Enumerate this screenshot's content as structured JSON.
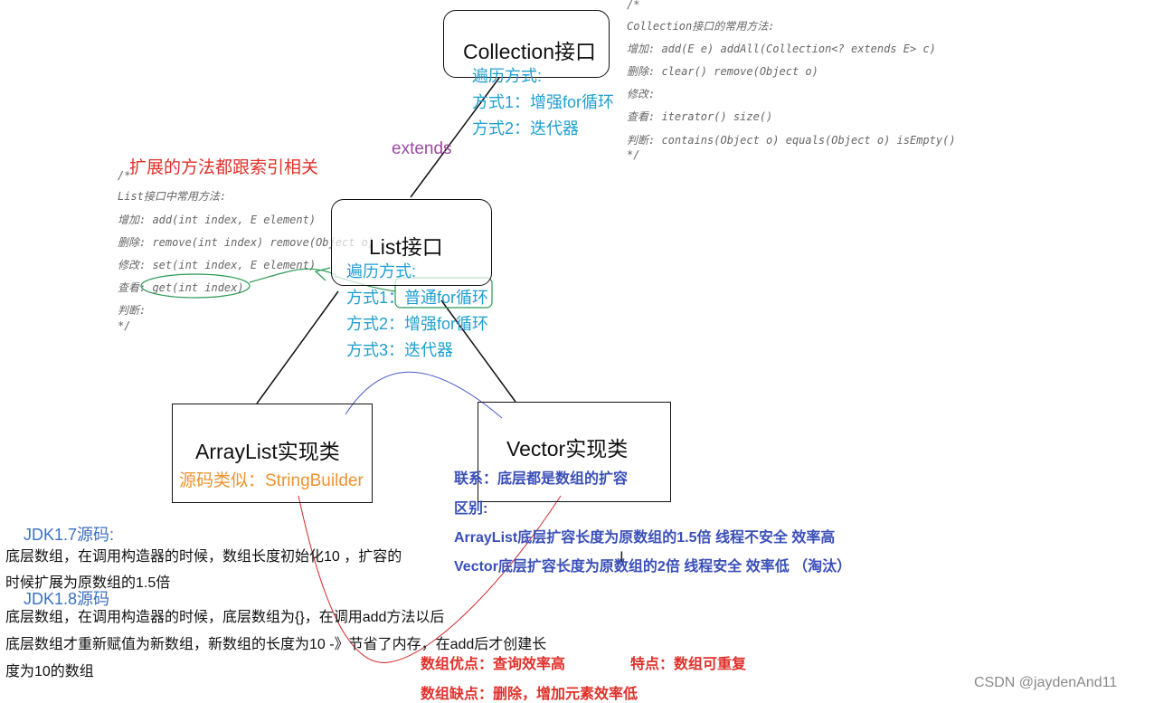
{
  "collection": {
    "title": "Collection接口",
    "traverse": [
      "遍历方式:",
      "方式1：增强for循环",
      "方式2：迭代器"
    ],
    "comment": [
      "/*",
      "Collection接口的常用方法:",
      "增加: add(E e) addAll(Collection<? extends E> c)",
      "删除: clear() remove(Object o)",
      "修改:",
      "查看: iterator() size()",
      "判断: contains(Object o)  equals(Object o) isEmpty()",
      " */"
    ]
  },
  "extends_label": "extends",
  "list": {
    "title": "List接口",
    "traverse": [
      "遍历方式:",
      "方式1：普通for循环",
      "方式2：增强for循环",
      "方式3：迭代器"
    ],
    "note": "扩展的方法都跟索引相关",
    "comment": [
      "/*",
      "List接口中常用方法:",
      "增加: add(int index, E element)",
      "删除: remove(int index)  remove(Object o)",
      "修改: set(int index, E element)",
      "查看: get(int index)",
      "判断:",
      " */"
    ]
  },
  "arraylist": {
    "title": "ArrayList实现类",
    "source_like": "源码类似：StringBuilder"
  },
  "vector": {
    "title": "Vector实现类"
  },
  "compare": {
    "relation": "联系：底层都是数组的扩容",
    "diff": "区别:",
    "arraylist_line": "ArrayList底层扩容长度为原数组的1.5倍    线程不安全  效率高",
    "vector_line": "Vector底层扩容长度为原数组的2倍    线程安全   效率低 （淘汰）"
  },
  "jdk": {
    "jdk17_title": "JDK1.7源码:",
    "jdk17_text": [
      "底层数组，在调用构造器的时候，数组长度初始化10 ，扩容的",
      "时候扩展为原数组的1.5倍"
    ],
    "jdk18_title": "JDK1.8源码",
    "jdk18_text": [
      "底层数组，在调用构造器的时候，底层数组为{}，在调用add方法以后",
      "底层数组才重新赋值为新数组，新数组的长度为10 -》节省了内存，在add后才创建长",
      "度为10的数组"
    ]
  },
  "array": {
    "pros": "数组优点：查询效率高",
    "feature": "特点：数组可重复",
    "cons": "数组缺点：删除，增加元素效率低"
  },
  "watermark": "CSDN @jaydenAnd11",
  "colors": {
    "blue_text": "#1f9fd0",
    "navy_text": "#3a4fb8",
    "red_text": "#e0302a",
    "orange_text": "#f0922e",
    "purple_text": "#9b4aa0",
    "green_annotation": "#2a9a55"
  }
}
